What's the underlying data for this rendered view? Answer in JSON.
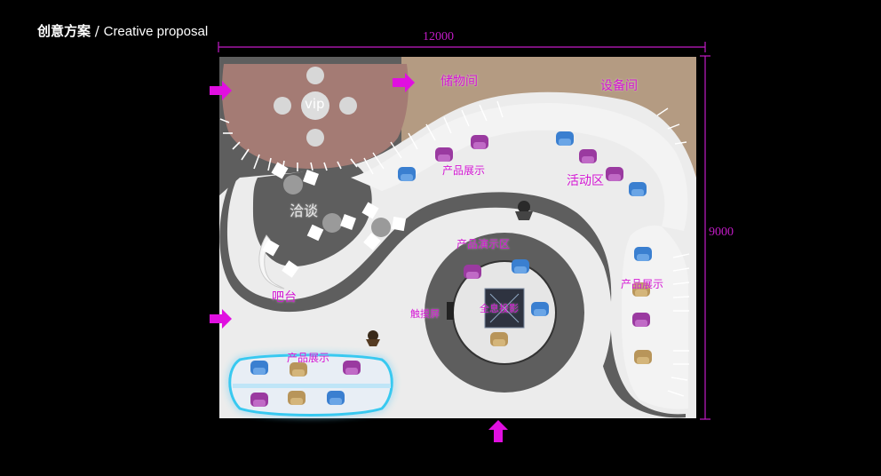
{
  "header": {
    "title_cn": "创意方案",
    "title_sep": " / ",
    "title_en": "Creative proposal"
  },
  "dimensions": {
    "width_label": "12000",
    "height_label": "9000"
  },
  "zones": {
    "vip": "vip",
    "storage": "储物间",
    "equipment": "设备间",
    "product_display_top": "产品展示",
    "activity": "活动区",
    "negotiation": "洽谈",
    "demo": "产品演示区",
    "product_display_right": "产品展示",
    "bar": "吧台",
    "touchscreen": "触摸屏",
    "hologram": "全息投影",
    "product_display_bottom": "产品展示"
  },
  "colors": {
    "accent": "#e00fe0",
    "background": "#000000",
    "floor_white": "#ececec",
    "floor_grey": "#5e5e5e",
    "vip_room": "#a47b74",
    "storage_room": "#b49b82",
    "seat_blue": "#3a7fd0",
    "seat_purple": "#9a3aa0",
    "seat_gold": "#b8955a"
  },
  "icons": {
    "entry_arrow": "arrow-right-icon",
    "entry_arrow_up": "arrow-up-icon"
  }
}
